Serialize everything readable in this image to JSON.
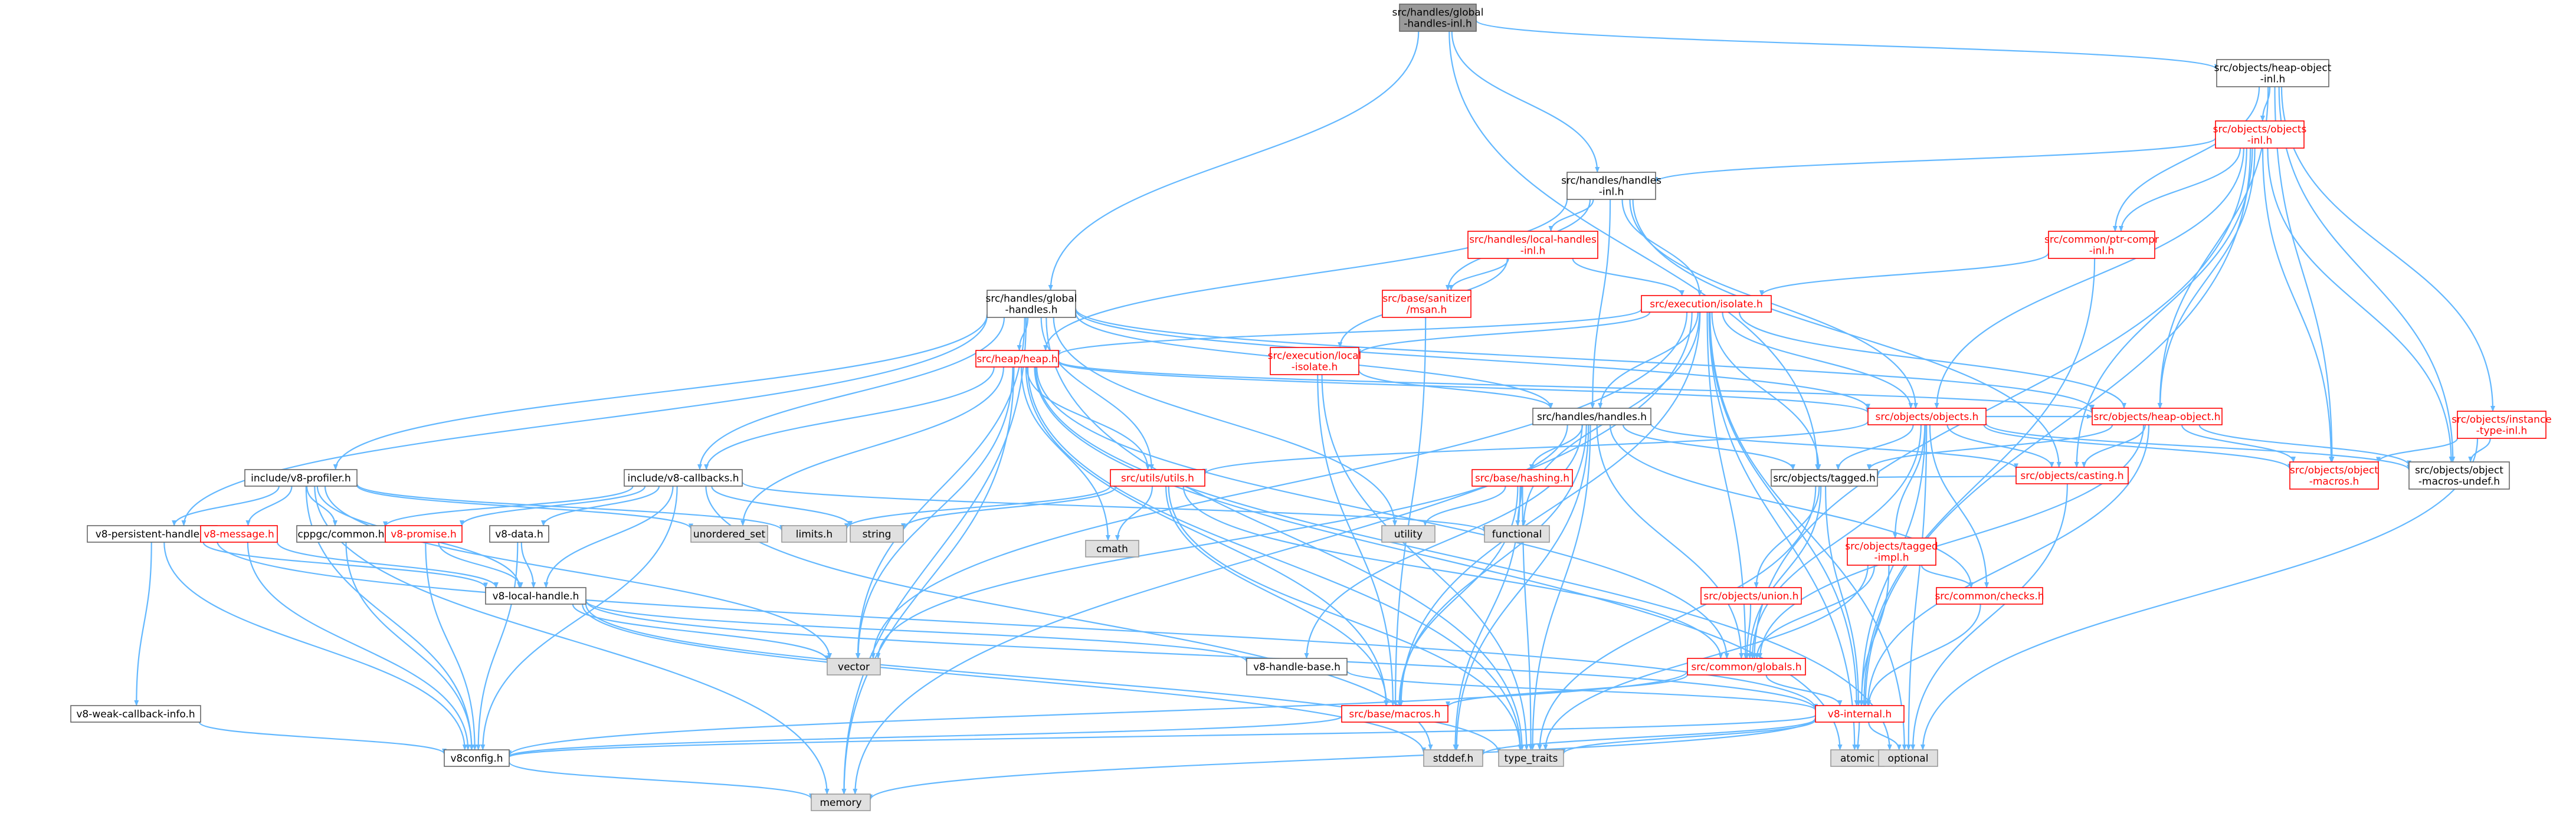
{
  "graph": {
    "colors": {
      "root_fill": "#999999",
      "default_stroke": "#666666",
      "red_stroke": "#ff0000",
      "system_fill": "#e0e0e0",
      "system_stroke": "#999999",
      "edge": "#63b8ff",
      "text": "#000000",
      "red_text": "#ff0000"
    },
    "nodes": [
      {
        "id": "root",
        "label": "src/handles/global\n-handles-inl.h",
        "kind": "root"
      },
      {
        "id": "heapobj_inl",
        "label": "src/objects/heap-object\n-inl.h",
        "kind": "normal"
      },
      {
        "id": "objects_inl",
        "label": "src/objects/objects\n-inl.h",
        "kind": "red"
      },
      {
        "id": "handles_inl",
        "label": "src/handles/handles\n-inl.h",
        "kind": "normal"
      },
      {
        "id": "local_handles_inl",
        "label": "src/handles/local-handles\n-inl.h",
        "kind": "red"
      },
      {
        "id": "ptr_compr_inl",
        "label": "src/common/ptr-compr\n-inl.h",
        "kind": "red"
      },
      {
        "id": "msan",
        "label": "src/base/sanitizer\n/msan.h",
        "kind": "red"
      },
      {
        "id": "isolate",
        "label": "src/execution/isolate.h",
        "kind": "red"
      },
      {
        "id": "global_handles",
        "label": "src/handles/global\n-handles.h",
        "kind": "normal"
      },
      {
        "id": "heap",
        "label": "src/heap/heap.h",
        "kind": "red"
      },
      {
        "id": "local_isolate",
        "label": "src/execution/local\n-isolate.h",
        "kind": "red"
      },
      {
        "id": "instance_type_inl",
        "label": "src/objects/instance\n-type-inl.h",
        "kind": "red"
      },
      {
        "id": "handles",
        "label": "src/handles/handles.h",
        "kind": "normal"
      },
      {
        "id": "objects",
        "label": "src/objects/objects.h",
        "kind": "red"
      },
      {
        "id": "heap_object",
        "label": "src/objects/heap-object.h",
        "kind": "red"
      },
      {
        "id": "object_macros",
        "label": "src/objects/object\n-macros.h",
        "kind": "red"
      },
      {
        "id": "object_macros_undef",
        "label": "src/objects/object\n-macros-undef.h",
        "kind": "normal"
      },
      {
        "id": "casting",
        "label": "src/objects/casting.h",
        "kind": "red"
      },
      {
        "id": "v8_profiler",
        "label": "include/v8-profiler.h",
        "kind": "normal"
      },
      {
        "id": "v8_callbacks",
        "label": "include/v8-callbacks.h",
        "kind": "normal"
      },
      {
        "id": "utils",
        "label": "src/utils/utils.h",
        "kind": "red"
      },
      {
        "id": "hashing",
        "label": "src/base/hashing.h",
        "kind": "red"
      },
      {
        "id": "tagged",
        "label": "src/objects/tagged.h",
        "kind": "normal"
      },
      {
        "id": "v8_persistent",
        "label": "v8-persistent-handle.h",
        "kind": "normal"
      },
      {
        "id": "cppgc_common",
        "label": "cppgc/common.h",
        "kind": "normal"
      },
      {
        "id": "v8_message",
        "label": "v8-message.h",
        "kind": "red"
      },
      {
        "id": "v8_promise",
        "label": "v8-promise.h",
        "kind": "red"
      },
      {
        "id": "v8_data",
        "label": "v8-data.h",
        "kind": "normal"
      },
      {
        "id": "unordered_set",
        "label": "unordered_set",
        "kind": "system"
      },
      {
        "id": "limits",
        "label": "limits.h",
        "kind": "system"
      },
      {
        "id": "string",
        "label": "string",
        "kind": "system"
      },
      {
        "id": "cmath",
        "label": "cmath",
        "kind": "system"
      },
      {
        "id": "utility",
        "label": "utility",
        "kind": "system"
      },
      {
        "id": "functional",
        "label": "functional",
        "kind": "system"
      },
      {
        "id": "tagged_impl",
        "label": "src/objects/tagged\n-impl.h",
        "kind": "red"
      },
      {
        "id": "union",
        "label": "src/objects/union.h",
        "kind": "red"
      },
      {
        "id": "checks",
        "label": "src/common/checks.h",
        "kind": "red"
      },
      {
        "id": "v8_local_handle",
        "label": "v8-local-handle.h",
        "kind": "normal"
      },
      {
        "id": "vector",
        "label": "vector",
        "kind": "system"
      },
      {
        "id": "globals",
        "label": "src/common/globals.h",
        "kind": "red"
      },
      {
        "id": "v8_handle_base",
        "label": "v8-handle-base.h",
        "kind": "normal"
      },
      {
        "id": "v8_weak_cb",
        "label": "v8-weak-callback-info.h",
        "kind": "normal"
      },
      {
        "id": "macros",
        "label": "src/base/macros.h",
        "kind": "red"
      },
      {
        "id": "v8_internal",
        "label": "v8-internal.h",
        "kind": "red"
      },
      {
        "id": "v8config",
        "label": "v8config.h",
        "kind": "normal"
      },
      {
        "id": "stddef",
        "label": "stddef.h",
        "kind": "system"
      },
      {
        "id": "type_traits",
        "label": "type_traits",
        "kind": "system"
      },
      {
        "id": "atomic",
        "label": "atomic",
        "kind": "system"
      },
      {
        "id": "optional",
        "label": "optional",
        "kind": "system"
      },
      {
        "id": "memory",
        "label": "memory",
        "kind": "system"
      }
    ],
    "edges": [
      [
        "root",
        "heapobj_inl"
      ],
      [
        "root",
        "handles_inl"
      ],
      [
        "root",
        "global_handles"
      ],
      [
        "root",
        "tagged"
      ],
      [
        "heapobj_inl",
        "objects_inl"
      ],
      [
        "heapobj_inl",
        "ptr_compr_inl"
      ],
      [
        "heapobj_inl",
        "heap_object"
      ],
      [
        "heapobj_inl",
        "object_macros"
      ],
      [
        "heapobj_inl",
        "object_macros_undef"
      ],
      [
        "heapobj_inl",
        "instance_type_inl"
      ],
      [
        "objects_inl",
        "handles_inl"
      ],
      [
        "objects_inl",
        "ptr_compr_inl"
      ],
      [
        "objects_inl",
        "objects"
      ],
      [
        "objects_inl",
        "heap_object"
      ],
      [
        "objects_inl",
        "object_macros"
      ],
      [
        "objects_inl",
        "object_macros_undef"
      ],
      [
        "objects_inl",
        "casting"
      ],
      [
        "objects_inl",
        "globals"
      ],
      [
        "objects_inl",
        "v8_internal"
      ],
      [
        "handles_inl",
        "local_handles_inl"
      ],
      [
        "handles_inl",
        "msan"
      ],
      [
        "handles_inl",
        "isolate"
      ],
      [
        "handles_inl",
        "handles"
      ],
      [
        "handles_inl",
        "objects"
      ],
      [
        "handles_inl",
        "casting"
      ],
      [
        "handles_inl",
        "heap"
      ],
      [
        "local_handles_inl",
        "isolate"
      ],
      [
        "local_handles_inl",
        "local_isolate"
      ],
      [
        "local_handles_inl",
        "msan"
      ],
      [
        "ptr_compr_inl",
        "isolate"
      ],
      [
        "ptr_compr_inl",
        "v8_internal"
      ],
      [
        "msan",
        "macros"
      ],
      [
        "isolate",
        "heap"
      ],
      [
        "isolate",
        "local_isolate"
      ],
      [
        "isolate",
        "handles"
      ],
      [
        "isolate",
        "objects"
      ],
      [
        "isolate",
        "heap_object"
      ],
      [
        "isolate",
        "tagged"
      ],
      [
        "isolate",
        "globals"
      ],
      [
        "isolate",
        "macros"
      ],
      [
        "isolate",
        "v8_internal"
      ],
      [
        "isolate",
        "functional"
      ],
      [
        "isolate",
        "vector"
      ],
      [
        "isolate",
        "memory"
      ],
      [
        "isolate",
        "optional"
      ],
      [
        "isolate",
        "atomic"
      ],
      [
        "global_handles",
        "heap"
      ],
      [
        "global_handles",
        "handles"
      ],
      [
        "global_handles",
        "objects"
      ],
      [
        "global_handles",
        "heap_object"
      ],
      [
        "global_handles",
        "v8_profiler"
      ],
      [
        "global_handles",
        "v8_callbacks"
      ],
      [
        "global_handles",
        "utils"
      ],
      [
        "global_handles",
        "utility"
      ],
      [
        "global_handles",
        "v8_persistent"
      ],
      [
        "global_handles",
        "memory"
      ],
      [
        "global_handles",
        "type_traits"
      ],
      [
        "global_handles",
        "vector"
      ],
      [
        "heap",
        "objects"
      ],
      [
        "heap",
        "heap_object"
      ],
      [
        "heap",
        "v8_callbacks"
      ],
      [
        "heap",
        "utils"
      ],
      [
        "heap",
        "unordered_set"
      ],
      [
        "heap",
        "cmath"
      ],
      [
        "heap",
        "vector"
      ],
      [
        "heap",
        "memory"
      ],
      [
        "heap",
        "globals"
      ],
      [
        "heap",
        "macros"
      ],
      [
        "heap",
        "type_traits"
      ],
      [
        "heap",
        "atomic"
      ],
      [
        "heap",
        "optional"
      ],
      [
        "local_isolate",
        "handles"
      ],
      [
        "local_isolate",
        "macros"
      ],
      [
        "local_isolate",
        "type_traits"
      ],
      [
        "instance_type_inl",
        "object_macros"
      ],
      [
        "instance_type_inl",
        "object_macros_undef"
      ],
      [
        "instance_type_inl",
        "optional"
      ],
      [
        "handles",
        "casting"
      ],
      [
        "handles",
        "tagged"
      ],
      [
        "handles",
        "hashing"
      ],
      [
        "handles",
        "v8_handle_base"
      ],
      [
        "handles",
        "checks"
      ],
      [
        "handles",
        "globals"
      ],
      [
        "handles",
        "macros"
      ],
      [
        "handles",
        "vector"
      ],
      [
        "handles",
        "type_traits"
      ],
      [
        "handles",
        "stddef"
      ],
      [
        "objects",
        "heap_object"
      ],
      [
        "objects",
        "casting"
      ],
      [
        "objects",
        "object_macros"
      ],
      [
        "objects",
        "object_macros_undef"
      ],
      [
        "objects",
        "tagged"
      ],
      [
        "objects",
        "tagged_impl"
      ],
      [
        "objects",
        "checks"
      ],
      [
        "objects",
        "utils"
      ],
      [
        "objects",
        "v8_internal"
      ],
      [
        "objects",
        "globals"
      ],
      [
        "objects",
        "optional"
      ],
      [
        "heap_object",
        "casting"
      ],
      [
        "heap_object",
        "object_macros"
      ],
      [
        "heap_object",
        "object_macros_undef"
      ],
      [
        "heap_object",
        "tagged"
      ],
      [
        "heap_object",
        "globals"
      ],
      [
        "heap_object",
        "v8_internal"
      ],
      [
        "casting",
        "tagged"
      ],
      [
        "casting",
        "optional"
      ],
      [
        "v8_profiler",
        "v8_persistent"
      ],
      [
        "v8_profiler",
        "v8_message"
      ],
      [
        "v8_profiler",
        "cppgc_common"
      ],
      [
        "v8_profiler",
        "v8_local_handle"
      ],
      [
        "v8_profiler",
        "unordered_set"
      ],
      [
        "v8_profiler",
        "limits"
      ],
      [
        "v8_profiler",
        "vector"
      ],
      [
        "v8_profiler",
        "memory"
      ],
      [
        "v8_profiler",
        "v8config"
      ],
      [
        "v8_callbacks",
        "cppgc_common"
      ],
      [
        "v8_callbacks",
        "v8_promise"
      ],
      [
        "v8_callbacks",
        "v8_data"
      ],
      [
        "v8_callbacks",
        "v8_local_handle"
      ],
      [
        "v8_callbacks",
        "string"
      ],
      [
        "v8_callbacks",
        "functional"
      ],
      [
        "v8_callbacks",
        "stddef"
      ],
      [
        "v8_callbacks",
        "v8config"
      ],
      [
        "utils",
        "limits"
      ],
      [
        "utils",
        "string"
      ],
      [
        "utils",
        "cmath"
      ],
      [
        "utils",
        "globals"
      ],
      [
        "utils",
        "macros"
      ],
      [
        "utils",
        "type_traits"
      ],
      [
        "hashing",
        "utility"
      ],
      [
        "hashing",
        "functional"
      ],
      [
        "hashing",
        "macros"
      ],
      [
        "hashing",
        "type_traits"
      ],
      [
        "hashing",
        "stddef"
      ],
      [
        "tagged",
        "union"
      ],
      [
        "tagged",
        "globals"
      ],
      [
        "tagged",
        "v8_internal"
      ],
      [
        "tagged",
        "type_traits"
      ],
      [
        "v8_persistent",
        "v8_local_handle"
      ],
      [
        "v8_persistent",
        "v8_weak_cb"
      ],
      [
        "v8_persistent",
        "v8_internal"
      ],
      [
        "v8_persistent",
        "v8config"
      ],
      [
        "cppgc_common",
        "v8config"
      ],
      [
        "v8_message",
        "v8_local_handle"
      ],
      [
        "v8_message",
        "v8config"
      ],
      [
        "v8_promise",
        "v8_local_handle"
      ],
      [
        "v8_promise",
        "v8config"
      ],
      [
        "v8_data",
        "v8_local_handle"
      ],
      [
        "v8_data",
        "v8config"
      ],
      [
        "tagged_impl",
        "checks"
      ],
      [
        "tagged_impl",
        "globals"
      ],
      [
        "tagged_impl",
        "v8_internal"
      ],
      [
        "tagged_impl",
        "type_traits"
      ],
      [
        "union",
        "globals"
      ],
      [
        "checks",
        "v8_internal"
      ],
      [
        "v8_local_handle",
        "v8_handle_base"
      ],
      [
        "v8_local_handle",
        "v8_internal"
      ],
      [
        "v8_local_handle",
        "vector"
      ],
      [
        "v8_local_handle",
        "type_traits"
      ],
      [
        "v8_local_handle",
        "stddef"
      ],
      [
        "globals",
        "macros"
      ],
      [
        "globals",
        "v8_internal"
      ],
      [
        "globals",
        "v8config"
      ],
      [
        "v8_handle_base",
        "v8_internal"
      ],
      [
        "v8_weak_cb",
        "v8config"
      ],
      [
        "macros",
        "v8config"
      ],
      [
        "v8_internal",
        "v8config"
      ],
      [
        "v8_internal",
        "stddef"
      ],
      [
        "v8_internal",
        "type_traits"
      ],
      [
        "v8_internal",
        "atomic"
      ],
      [
        "v8_internal",
        "optional"
      ],
      [
        "v8_internal",
        "memory"
      ],
      [
        "v8config",
        "memory"
      ]
    ]
  }
}
